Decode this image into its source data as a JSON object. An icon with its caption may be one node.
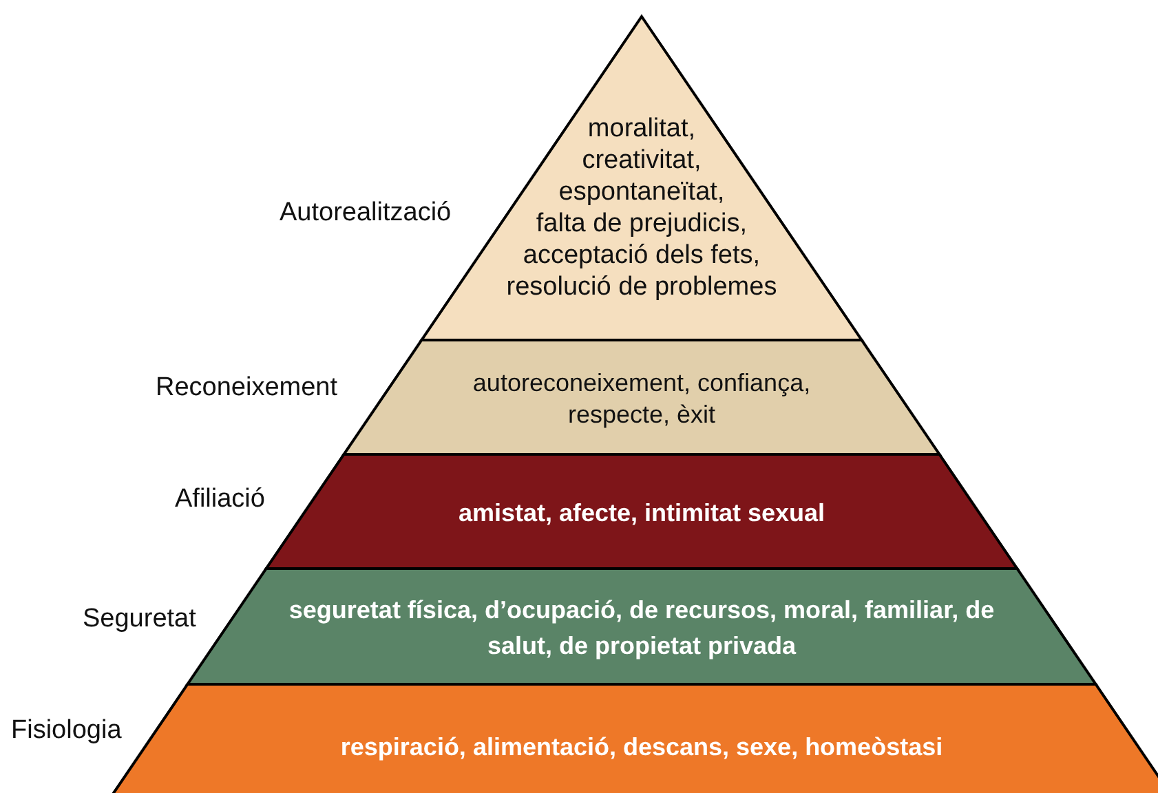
{
  "diagram": {
    "nodes": [
      {
        "text": [
          "Autorealització",
          "moralitat, creativitat, espontaneïtat, falta de prejudicis, acceptació dels fets, resolució de problemes"
        ]
      },
      {
        "text": [
          "Reconeixement",
          "autoreconeixement, confiança, respecte, èxit"
        ]
      },
      {
        "text": [
          "Afiliació",
          "amistat, afecte, intimitat sexual"
        ]
      },
      {
        "text": [
          "Seguretat",
          "seguretat física, d’ocupació, de recursos, moral, familiar, de salut, de propietat privada"
        ]
      },
      {
        "text": [
          "Fisiologia",
          "respiració, alimentació, descans, sexe, homeòstasi"
        ]
      }
    ]
  }
}
